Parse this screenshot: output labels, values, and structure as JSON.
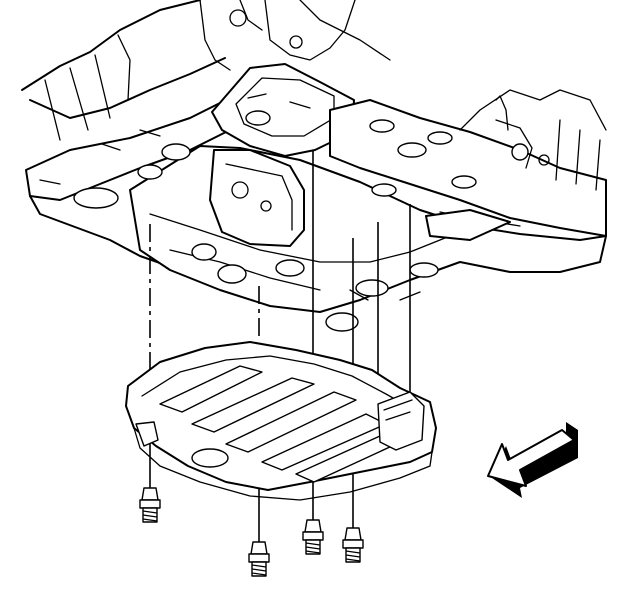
{
  "figure": {
    "type": "exploded-view-illustration",
    "fastener_count": 4,
    "direction_arrow": "front-of-vehicle-arrow",
    "colors": {
      "line": "#000000",
      "background": "#ffffff"
    }
  }
}
